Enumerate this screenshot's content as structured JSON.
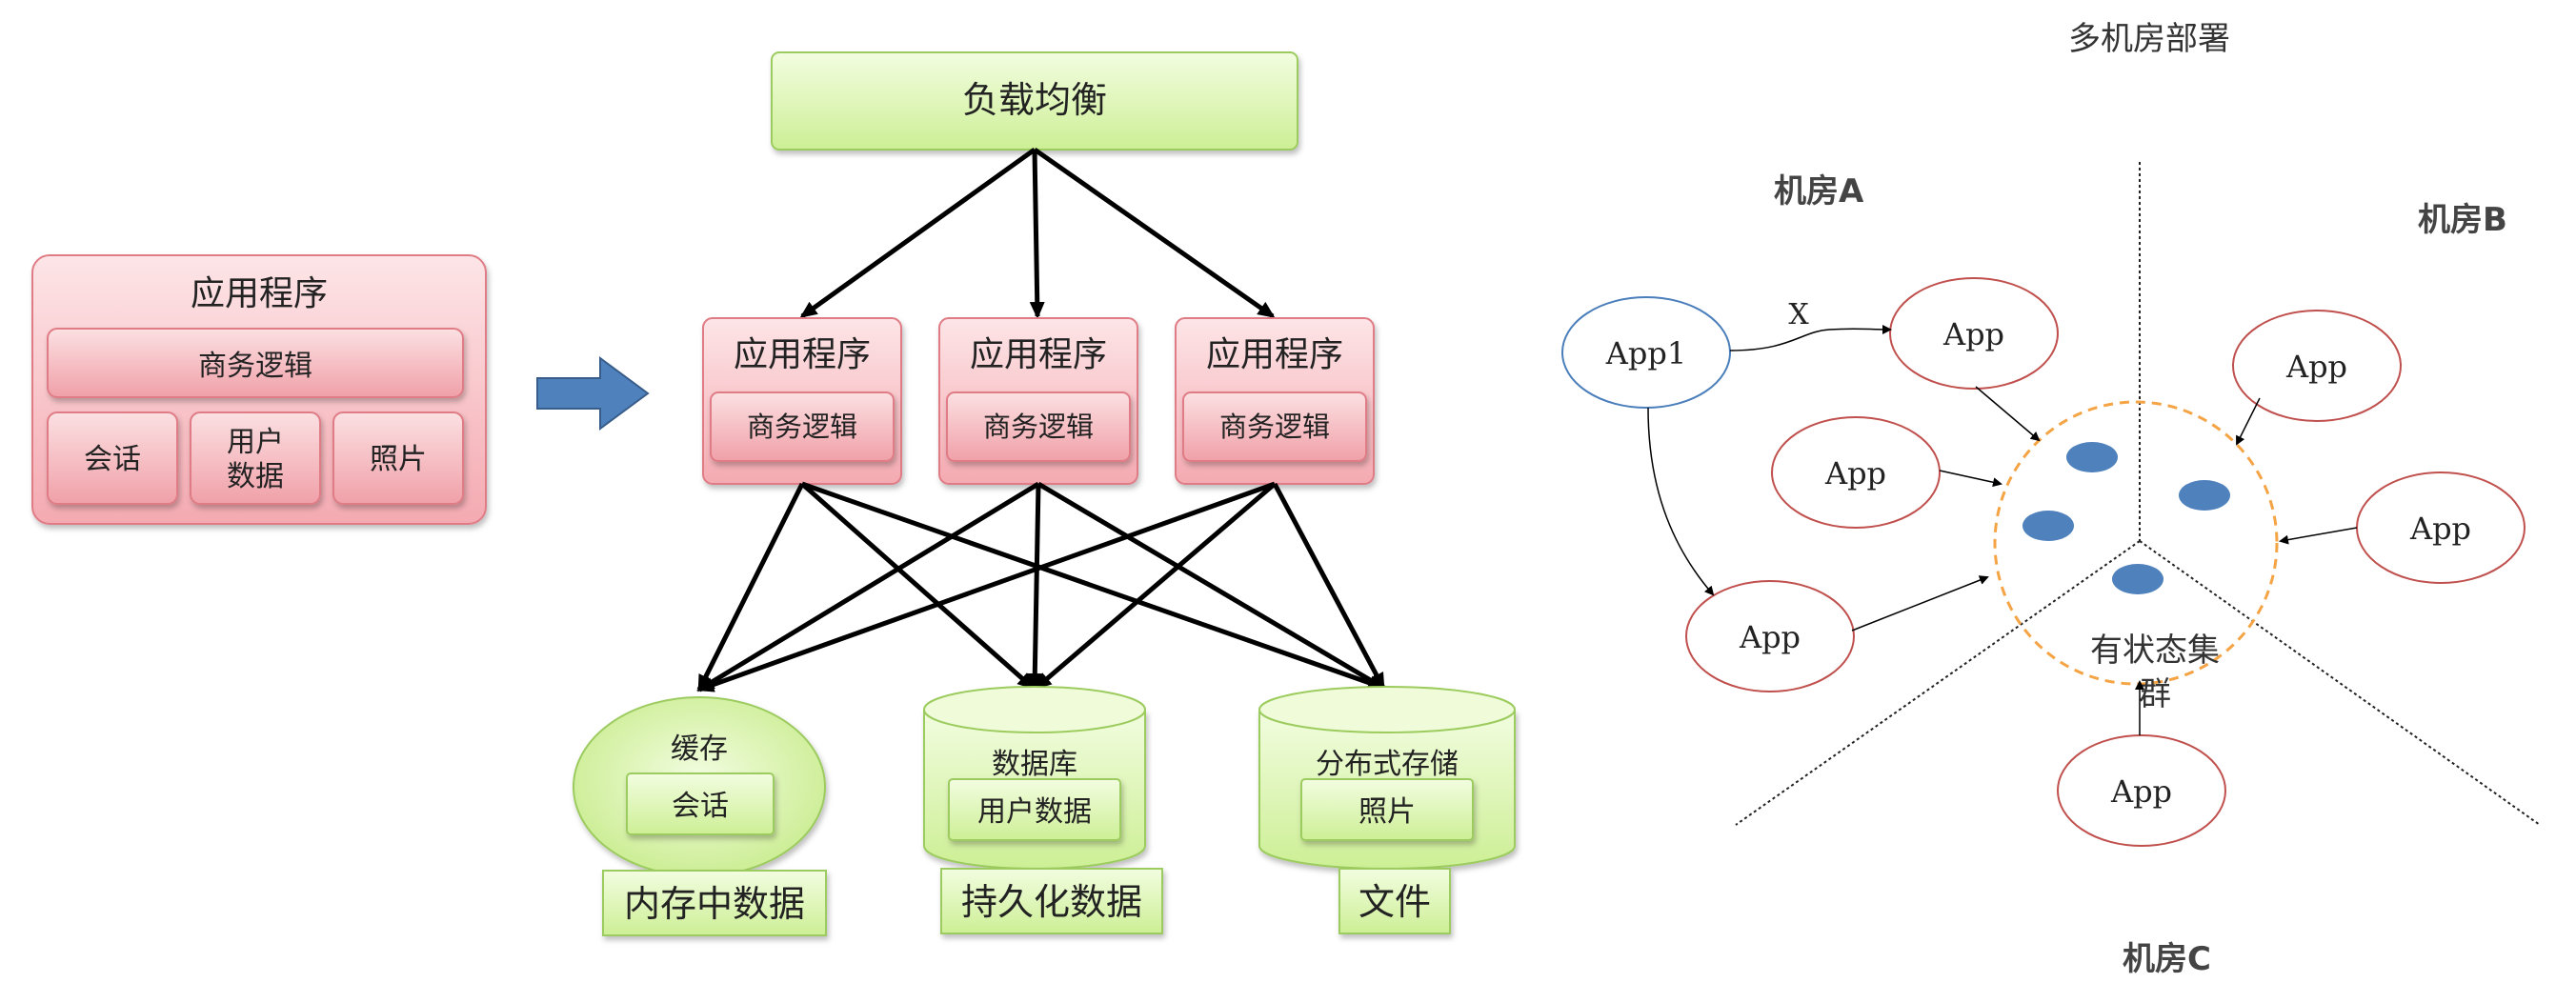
{
  "left_diagram": {
    "app_box_title": "应用程序",
    "business_logic": "商务逻辑",
    "session": "会话",
    "user_data_line1": "用户",
    "user_data_line2": "数据",
    "photo": "照片"
  },
  "center_diagram": {
    "load_balancer": "负载均衡",
    "app_title": "应用程序",
    "business_logic": "商务逻辑",
    "cache": {
      "title": "缓存",
      "inner": "会话",
      "caption": "内存中数据"
    },
    "database": {
      "title": "数据库",
      "inner": "用户数据",
      "caption": "持久化数据"
    },
    "distributed_storage": {
      "title": "分布式存储",
      "inner": "照片",
      "caption": "文件"
    }
  },
  "right_diagram": {
    "title": "多机房部署",
    "room_a": "机房A",
    "room_b": "机房B",
    "room_c": "机房C",
    "app1": "App1",
    "app": "App",
    "blocked_mark": "X",
    "cluster_label_line1": "有状态集",
    "cluster_label_line2": "群"
  },
  "colors": {
    "pink_fill": "#f8c8cc",
    "pink_stroke": "#e07c86",
    "green_fill": "#ddf5b8",
    "green_stroke": "#9ccb5e",
    "arrow_blue": "#4f81bd",
    "app1_stroke": "#4a7ebb",
    "app_stroke": "#c0504d",
    "cluster_stroke": "#f5a445",
    "dot_fill": "#4f81bd"
  }
}
